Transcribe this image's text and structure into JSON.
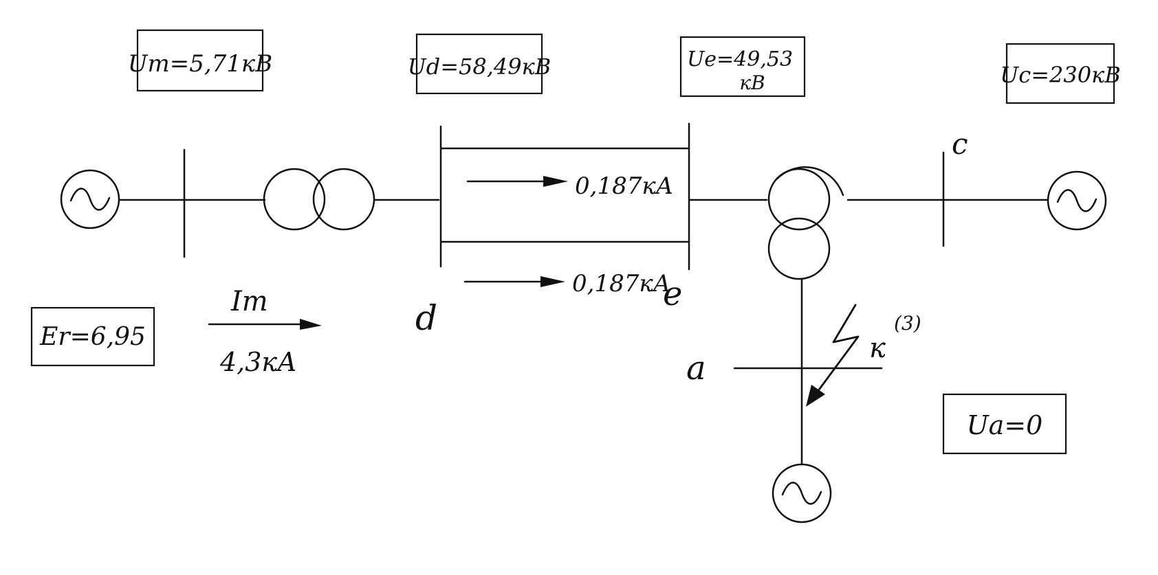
{
  "labels": {
    "um": "Um=5,71кВ",
    "ud": "Ud=58,49кВ",
    "ue_line1": "Ue=49,53",
    "ue_line2": "кВ",
    "uc": "Uc=230кВ",
    "er": "Er=6,95",
    "im": "Im",
    "im_value": "4,3кА",
    "current_upper": "0,187кА",
    "current_lower": "0,187кА",
    "node_d": "d",
    "node_e": "e",
    "node_c": "c",
    "node_a": "a",
    "fault": "к",
    "fault_sup": "(3)",
    "ua": "Ua=0"
  },
  "icons": {
    "source": "ac-generator-icon",
    "transformer_2w": "two-winding-transformer-icon",
    "transformer_3w": "three-winding-transformer-icon",
    "fault": "lightning-fault-arrow-icon"
  }
}
